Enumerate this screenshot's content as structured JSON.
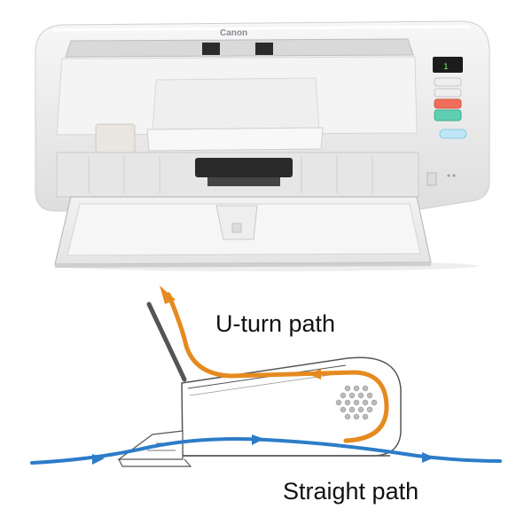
{
  "scanner": {
    "brand": "Canon",
    "counter_display": "1",
    "buttons": [
      {
        "id": "button-1",
        "label": "",
        "color": "#eeeeee"
      },
      {
        "id": "button-2",
        "label": "",
        "color": "#eeeeee"
      },
      {
        "id": "stop",
        "label": "",
        "color": "#f26e5c"
      },
      {
        "id": "start",
        "label": "",
        "color": "#5ecfb0"
      },
      {
        "id": "power",
        "label": "",
        "color": "#bfe6f6"
      }
    ]
  },
  "diagram": {
    "u_turn_label": "U-turn path",
    "straight_label": "Straight path"
  },
  "colors": {
    "u_turn_path": "#e58a1f",
    "straight_path": "#2d7cc8",
    "outline": "#555555"
  }
}
